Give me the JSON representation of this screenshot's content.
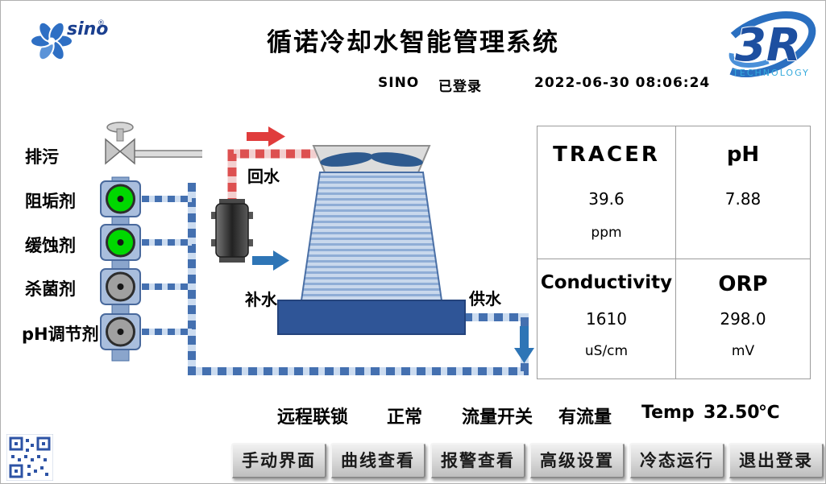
{
  "header": {
    "title": "循诺冷却水智能管理系统",
    "logo_text": "sino",
    "logo_reg": "®",
    "logo_3r": "3R",
    "logo_3r_sub": "TECHNOLOGY",
    "user": "SINO",
    "login_status": "已登录",
    "datetime": "2022-06-30  08:06:24"
  },
  "dosing": {
    "drain_label": "排污",
    "pumps": [
      {
        "label": "阻垢剂",
        "state": "running"
      },
      {
        "label": "缓蚀剂",
        "state": "running"
      },
      {
        "label": "杀菌剂",
        "state": "stopped"
      },
      {
        "label": "pH调节剂",
        "state": "stopped"
      }
    ]
  },
  "diagram_labels": {
    "return_water": "回水",
    "makeup_water": "补水",
    "supply_water": "供水"
  },
  "metrics": [
    {
      "name": "TRACER",
      "value": "39.6",
      "unit": "ppm"
    },
    {
      "name": "pH",
      "value": "7.88",
      "unit": ""
    },
    {
      "name": "Conductivity",
      "value": "1610",
      "unit": "uS/cm"
    },
    {
      "name": "ORP",
      "value": "298.0",
      "unit": "mV"
    }
  ],
  "status_bar": {
    "interlock_label": "远程联锁",
    "interlock_value": "正常",
    "flow_label": "流量开关",
    "flow_value": "有流量",
    "temp_label": "Temp",
    "temp_value": "32.50",
    "temp_unit": "℃"
  },
  "buttons": [
    {
      "label": "手动界面"
    },
    {
      "label": "曲线查看"
    },
    {
      "label": "报警查看"
    },
    {
      "label": "高级设置"
    },
    {
      "label": "冷态运行"
    },
    {
      "label": "退出登录"
    }
  ],
  "colors": {
    "pump_on": "#00d800",
    "pump_off": "#a0a0a0",
    "pipe_blue": "#4470b0",
    "pipe_red": "#dd5050",
    "basin_blue": "#2f5597"
  }
}
